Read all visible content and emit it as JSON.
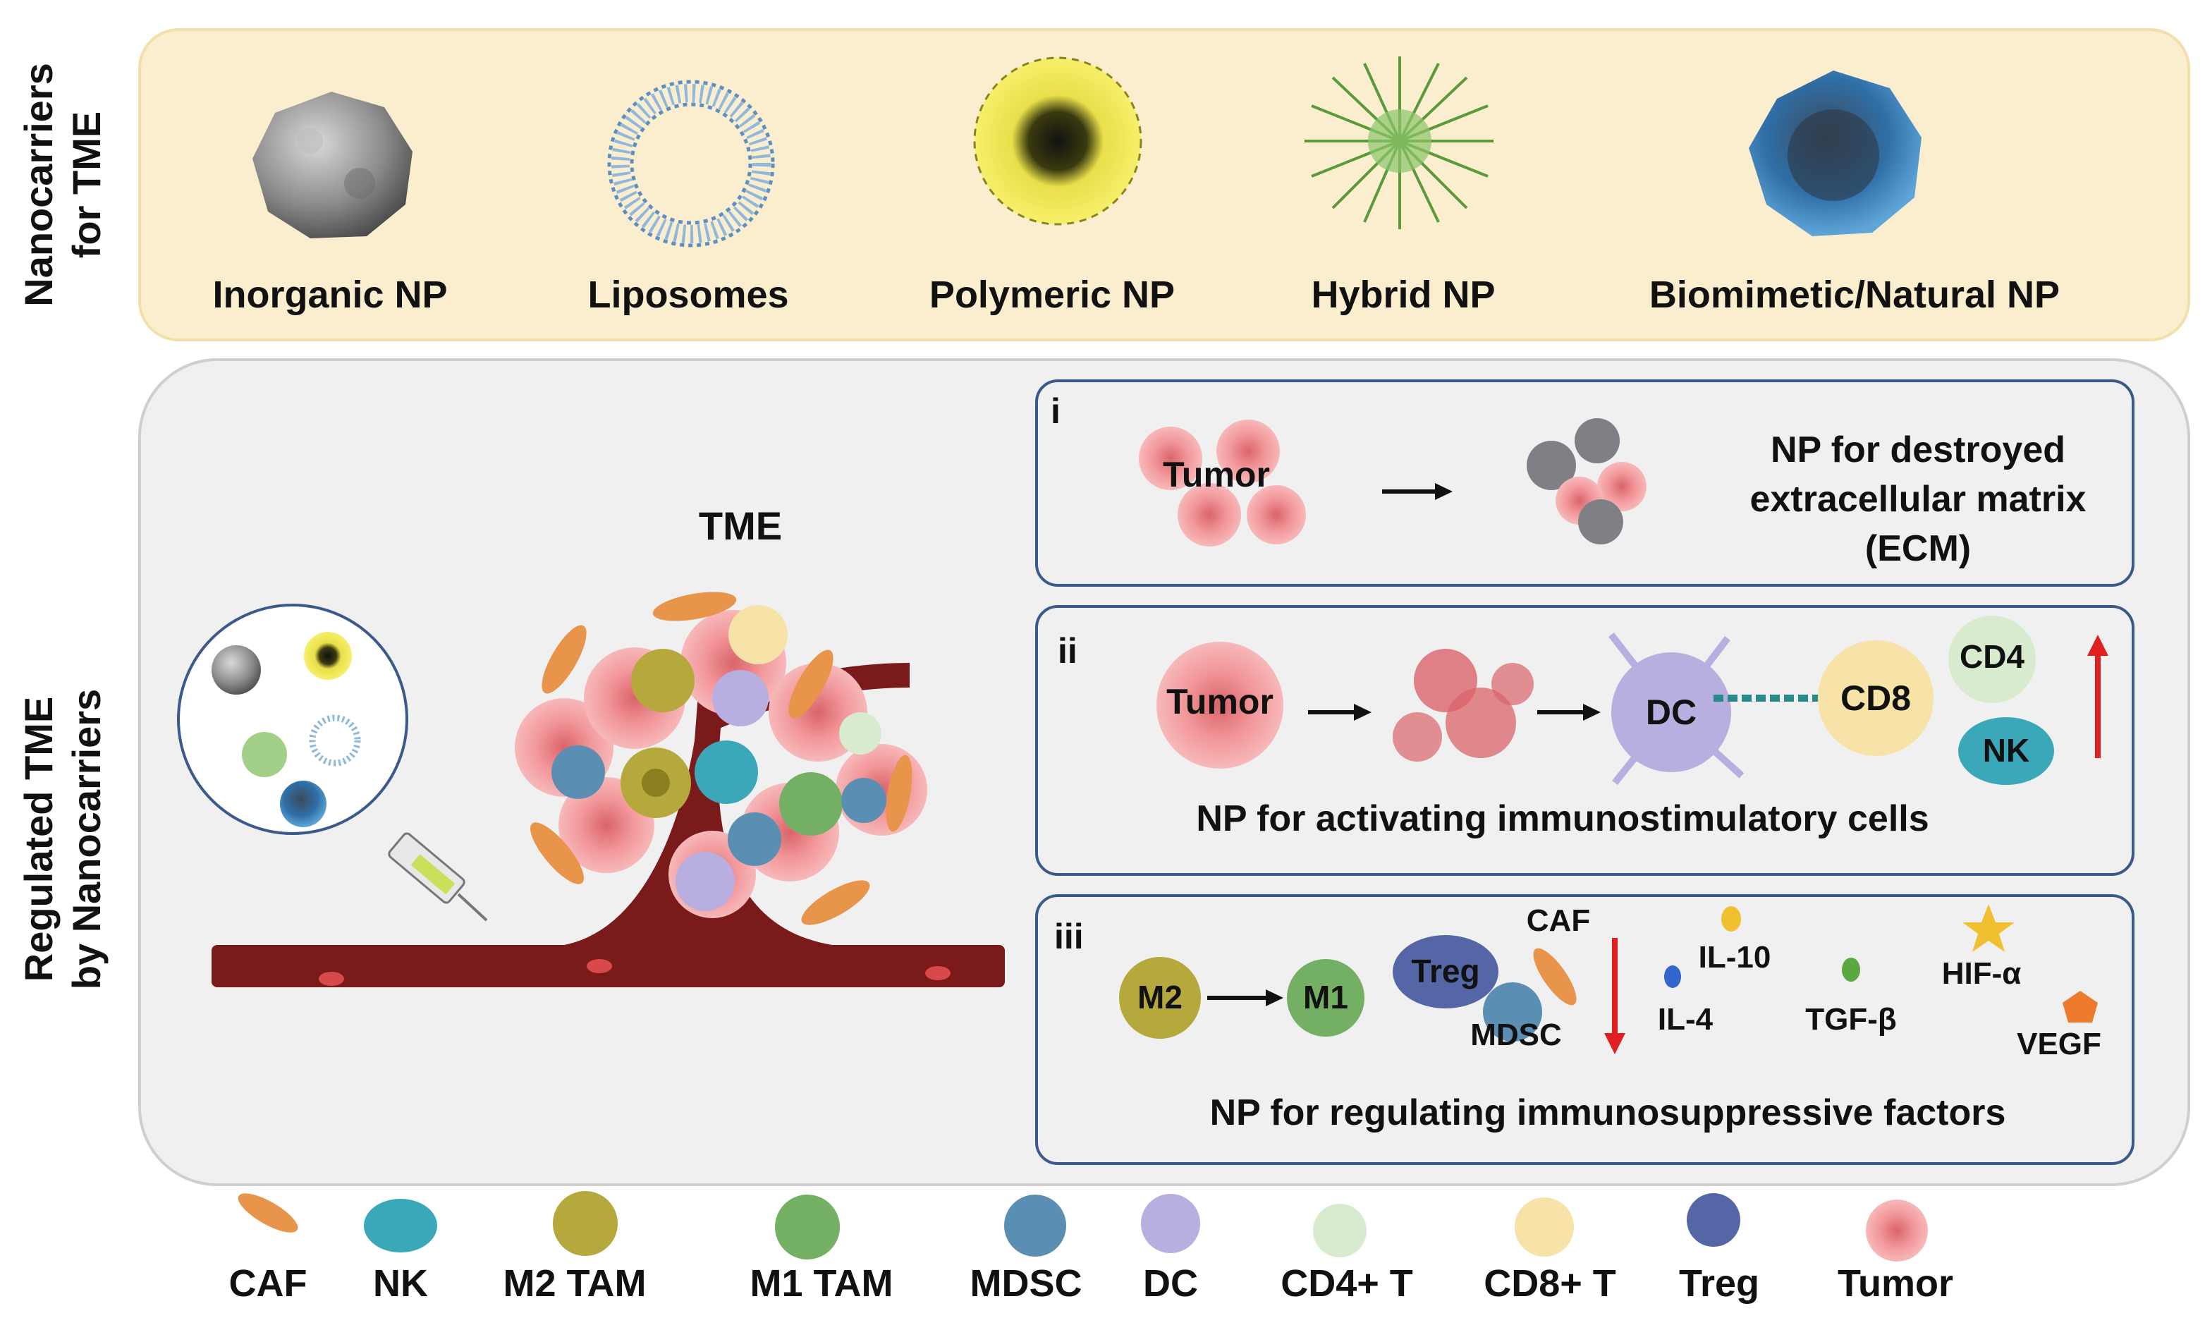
{
  "top_panel": {
    "side_label_line1": "Nanocarriers",
    "side_label_line2": "for TME",
    "items": [
      {
        "label": "Inorganic NP",
        "icon": "inorganic-np-icon"
      },
      {
        "label": "Liposomes",
        "icon": "liposome-icon"
      },
      {
        "label": "Polymeric NP",
        "icon": "polymeric-np-icon"
      },
      {
        "label": "Hybrid NP",
        "icon": "hybrid-np-icon"
      },
      {
        "label": "Biomimetic/Natural NP",
        "icon": "biomimetic-np-icon"
      }
    ],
    "colors": {
      "background": "#fbeecf"
    }
  },
  "bottom_panel": {
    "side_label_line1": "Regulated TME",
    "side_label_line2": "by Nanocarriers",
    "tme_label": "TME",
    "colors": {
      "background": "#f0f0f0",
      "box_border": "#3b5a8c",
      "blood_vessel": "#7a1a1a"
    }
  },
  "box_i": {
    "roman": "i",
    "tumor_label": "Tumor",
    "title_line1": "NP for destroyed",
    "title_line2": "extracellular matrix",
    "title_line3": "(ECM)"
  },
  "box_ii": {
    "roman": "ii",
    "tumor_label": "Tumor",
    "dc_label": "DC",
    "cd8_label": "CD8",
    "cd4_label": "CD4",
    "nk_label": "NK",
    "caption": "NP for activating immunostimulatory cells"
  },
  "box_iii": {
    "roman": "iii",
    "m2_label": "M2",
    "m1_label": "M1",
    "treg_label": "Treg",
    "caf_label": "CAF",
    "mdsc_label": "MDSC",
    "il10_label": "IL-10",
    "il4_label": "IL-4",
    "tgfb_label": "TGF-β",
    "hif_label": "HIF-α",
    "vegf_label": "VEGF",
    "caption": "NP for regulating immunosuppressive factors"
  },
  "legend": [
    {
      "label": "CAF",
      "color": "#e8944a"
    },
    {
      "label": "NK",
      "color": "#3aa8b8"
    },
    {
      "label": "M2 TAM",
      "color": "#b5a83c"
    },
    {
      "label": "M1 TAM",
      "color": "#74b063"
    },
    {
      "label": "MDSC",
      "color": "#5a8fb3"
    },
    {
      "label": "DC",
      "color": "#b8aee0"
    },
    {
      "label": "CD4+ T",
      "color": "#d8ebcf"
    },
    {
      "label": "CD8+ T",
      "color": "#f7e2a8"
    },
    {
      "label": "Treg",
      "color": "#5566a6"
    },
    {
      "label": "Tumor",
      "color": "#f2979a"
    }
  ]
}
